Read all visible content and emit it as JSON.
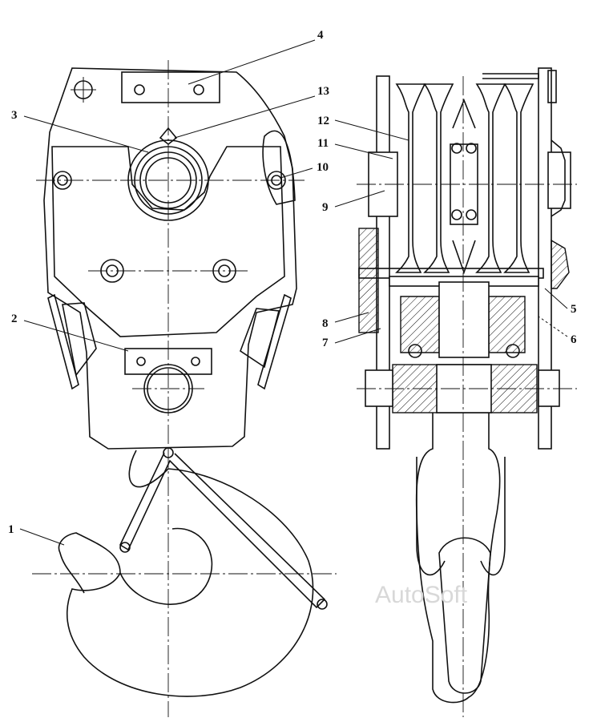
{
  "callouts": [
    "1",
    "2",
    "3",
    "4",
    "5",
    "6",
    "7",
    "8",
    "9",
    "10",
    "11",
    "12",
    "13"
  ],
  "watermark": "AutoSoft"
}
